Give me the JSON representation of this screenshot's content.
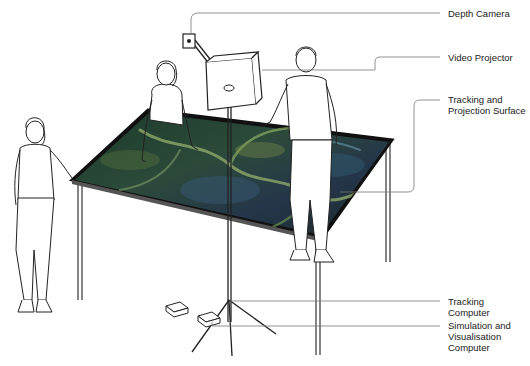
{
  "diagram": {
    "labels": [
      "Depth Camera",
      "Video Projector",
      "Tracking and Projection Surface",
      "Tracking Computer",
      "Simulation and Visualisation Computer"
    ]
  }
}
